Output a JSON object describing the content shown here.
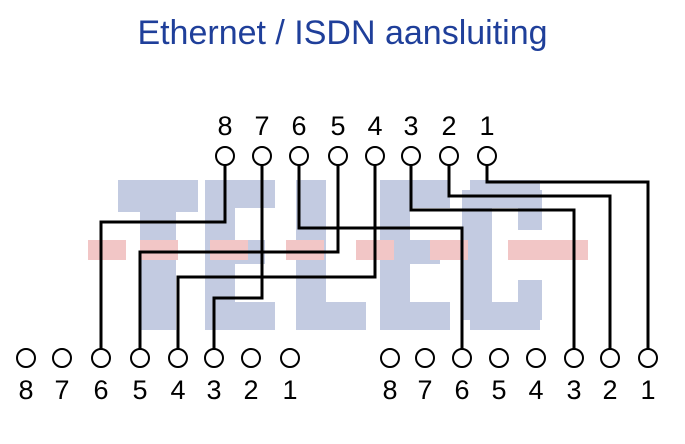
{
  "title": "Ethernet / ISDN aansluiting",
  "watermark": "TELEC",
  "colors": {
    "title": "#1f3f9a",
    "watermark_letters": "#c3cbe1",
    "watermark_dashes": "#f2c6c6",
    "wire": "#000000"
  },
  "top_connector": {
    "pin_labels": [
      "8",
      "7",
      "6",
      "5",
      "4",
      "3",
      "2",
      "1"
    ]
  },
  "left_connector": {
    "pin_labels": [
      "8",
      "7",
      "6",
      "5",
      "4",
      "3",
      "2",
      "1"
    ]
  },
  "right_connector": {
    "pin_labels": [
      "8",
      "7",
      "6",
      "5",
      "4",
      "3",
      "2",
      "1"
    ]
  },
  "connections": [
    {
      "from": "top-8",
      "to": "left-6"
    },
    {
      "from": "top-7",
      "to": "left-3"
    },
    {
      "from": "top-6",
      "to": "right-6"
    },
    {
      "from": "top-5",
      "to": "left-5"
    },
    {
      "from": "top-4",
      "to": "left-4"
    },
    {
      "from": "top-3",
      "to": "right-3"
    },
    {
      "from": "top-2",
      "to": "right-2"
    },
    {
      "from": "top-1",
      "to": "right-1"
    }
  ]
}
